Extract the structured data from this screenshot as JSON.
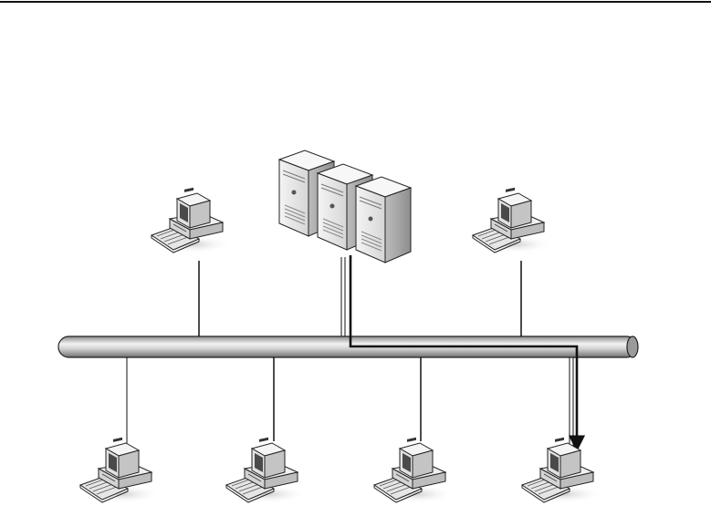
{
  "diagram": {
    "type": "bus-topology-network",
    "nodes": [
      {
        "id": "server-cluster",
        "kind": "server-rack",
        "count": 3,
        "row": "top",
        "order": 2
      },
      {
        "id": "workstation-top-left",
        "kind": "workstation",
        "row": "top",
        "order": 1
      },
      {
        "id": "workstation-top-right",
        "kind": "workstation",
        "row": "top",
        "order": 3
      },
      {
        "id": "workstation-bottom-1",
        "kind": "workstation",
        "row": "bottom",
        "order": 1
      },
      {
        "id": "workstation-bottom-2",
        "kind": "workstation",
        "row": "bottom",
        "order": 2
      },
      {
        "id": "workstation-bottom-3",
        "kind": "workstation",
        "row": "bottom",
        "order": 3
      },
      {
        "id": "workstation-bottom-4",
        "kind": "workstation",
        "row": "bottom",
        "order": 4
      }
    ],
    "backbone": {
      "kind": "bus-cable",
      "shape": "cylinder"
    },
    "highlighted_path": {
      "from": "server-cluster",
      "to": "workstation-bottom-4",
      "style": "thick-arrow"
    },
    "colors": {
      "line": "#111111",
      "device_body": "#eeeeee",
      "device_shade": "#c8c8c8",
      "screen": "#4a4a4a",
      "shadow": "#d9d9d9"
    }
  }
}
